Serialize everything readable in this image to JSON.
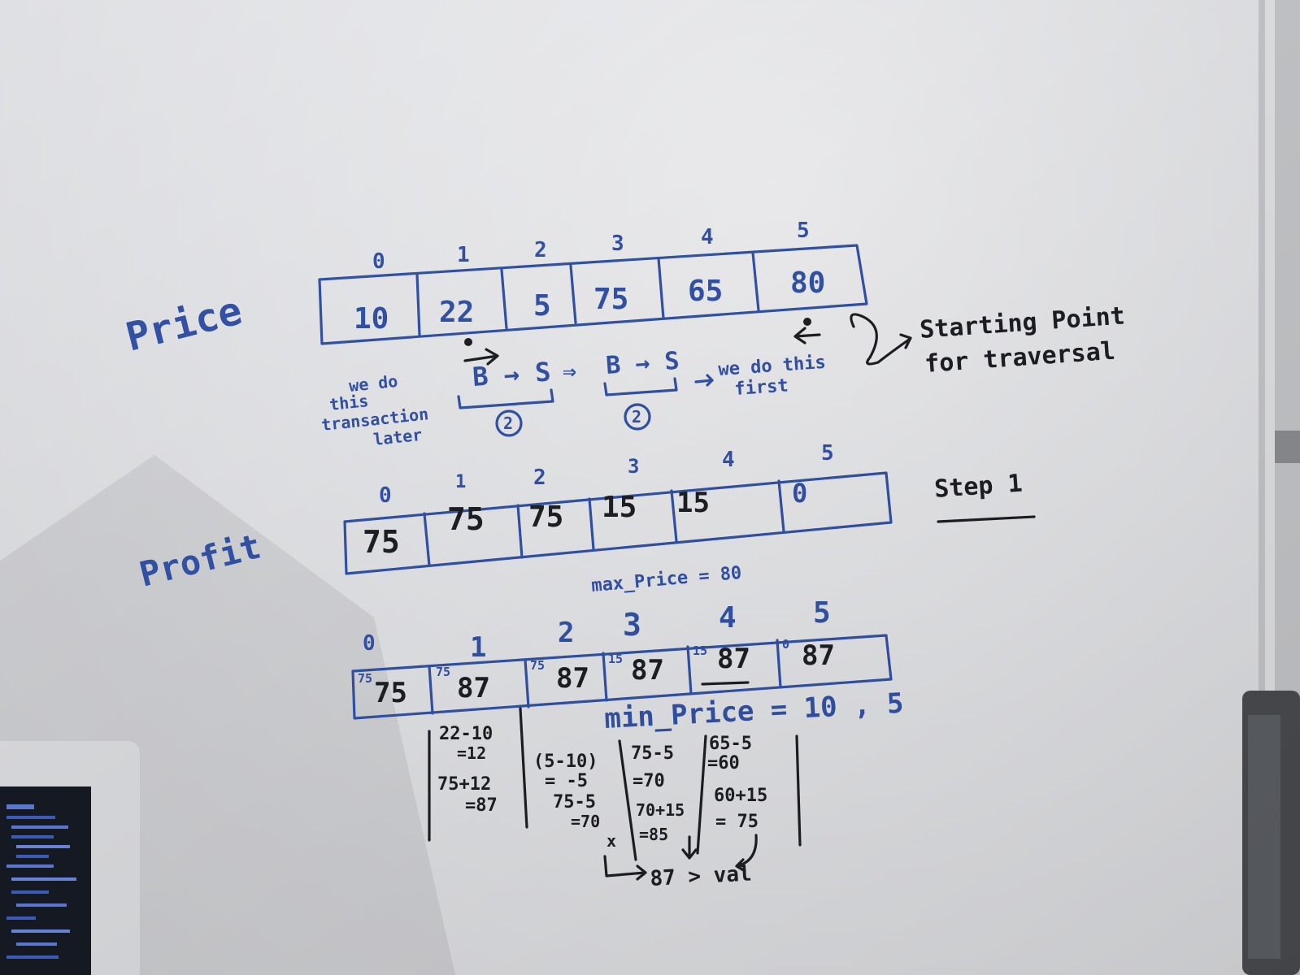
{
  "price": {
    "label": "Price",
    "indices": [
      "0",
      "1",
      "2",
      "3",
      "4",
      "5"
    ],
    "values": [
      "10",
      "22",
      "5",
      "75",
      "65",
      "80"
    ]
  },
  "annotations": {
    "starting_point": [
      "Starting Point",
      "for traversal"
    ],
    "later_note": [
      "we do",
      "this",
      "transaction",
      "later"
    ],
    "first_note": [
      "we do this",
      "first"
    ],
    "transaction_1": "B → S",
    "transaction_2": "B → S",
    "circle_left": "2",
    "circle_right": "2",
    "implies": "⇒"
  },
  "profit": {
    "label": "Profit",
    "step_label": "Step 1",
    "indices": [
      "0",
      "1",
      "2",
      "3",
      "4",
      "5"
    ],
    "values": [
      "75",
      "75",
      "75",
      "15",
      "15",
      "0"
    ],
    "max_price": "max_Price = 80"
  },
  "profit2": {
    "indices": [
      "0",
      "1",
      "2",
      "3",
      "4",
      "5"
    ],
    "small": [
      "75",
      "75",
      "75",
      "15",
      "15",
      "0"
    ],
    "values": [
      "75",
      "87",
      "87",
      "87",
      "87",
      "87"
    ],
    "min_price": "min_Price = 10 , 5"
  },
  "calculations": {
    "col1": [
      "22-10",
      "=12",
      "75+12",
      "=87"
    ],
    "col2": [
      "(5-10)",
      "= -5",
      "75-5",
      "=70",
      "x"
    ],
    "col3": [
      "75-5",
      "=70",
      "70+15",
      "=85"
    ],
    "col4": [
      "65-5",
      "=60",
      "60+15",
      "= 75"
    ],
    "result": "87 > val"
  }
}
